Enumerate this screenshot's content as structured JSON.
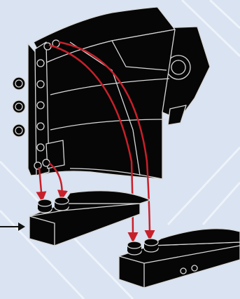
{
  "colors": {
    "background": "#d9e3f1",
    "background_lines": "#eef3fa",
    "brick_fill": "#060606",
    "brick_edge": "#d8d8d8",
    "arrow_red": "#c8202a",
    "pointer_arrow": "#111111"
  },
  "illustration": {
    "subject": "assembly-instruction-step",
    "parts": [
      "curved-panel-assembly",
      "left-wedge-slope-brick",
      "right-wedge-slope-brick"
    ],
    "connections": 4,
    "pointer_arrow": "left-edge-pointer-arrow"
  }
}
